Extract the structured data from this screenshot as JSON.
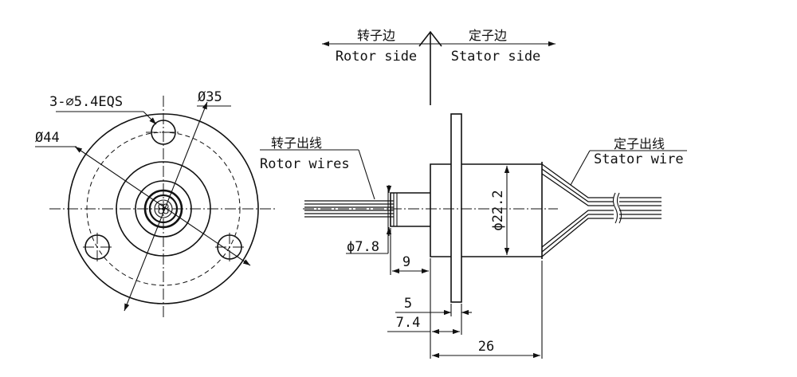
{
  "direction": {
    "rotor_cn": "转子边",
    "rotor_en": "Rotor side",
    "stator_cn": "定子边",
    "stator_en": "Stator side"
  },
  "front_view": {
    "holes_label": "3-⌀5.4EQS",
    "pcd_label": "Ø35",
    "outer_dia_label": "Ø44"
  },
  "side_view": {
    "rotor_wires_cn": "转子出线",
    "rotor_wires_en": "Rotor wires",
    "stator_wires_cn": "定子出线",
    "stator_wires_en": "Stator wire",
    "shaft_dia_label": "ϕ7.8",
    "body_dia_label": "ϕ22.2",
    "dim_9": "9",
    "dim_5": "5",
    "dim_7_4": "7.4",
    "dim_26": "26"
  }
}
